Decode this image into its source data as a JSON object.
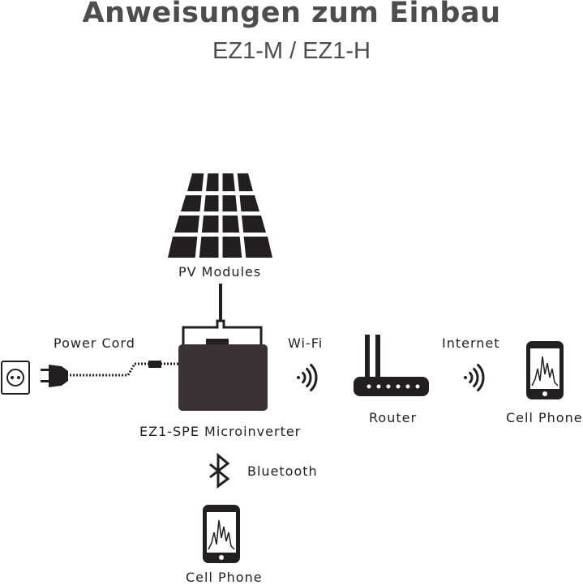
{
  "title": "Anweisungen zum Einbau",
  "subtitle": "EZ1-M / EZ1-H",
  "labels": {
    "pv_modules": "PV Modules",
    "power_cord": "Power Cord",
    "wifi": "Wi-Fi",
    "internet": "Internet",
    "microinverter": "EZ1-SPE Microinverter",
    "router": "Router",
    "cell_phone_right": "Cell Phone",
    "bluetooth": "Bluetooth",
    "cell_phone_bottom": "Cell Phone"
  },
  "icons": {
    "pv": "solar-panel-icon",
    "socket": "wall-socket-icon",
    "plug": "power-plug-icon",
    "inverter": "microinverter-icon",
    "wifi": "wifi-signal-icon",
    "router": "router-icon",
    "phone": "cell-phone-icon",
    "bluetooth": "bluetooth-icon"
  },
  "colors": {
    "dark": "#231f20",
    "inverter": "#3a3233",
    "title": "#4d4d4f"
  }
}
